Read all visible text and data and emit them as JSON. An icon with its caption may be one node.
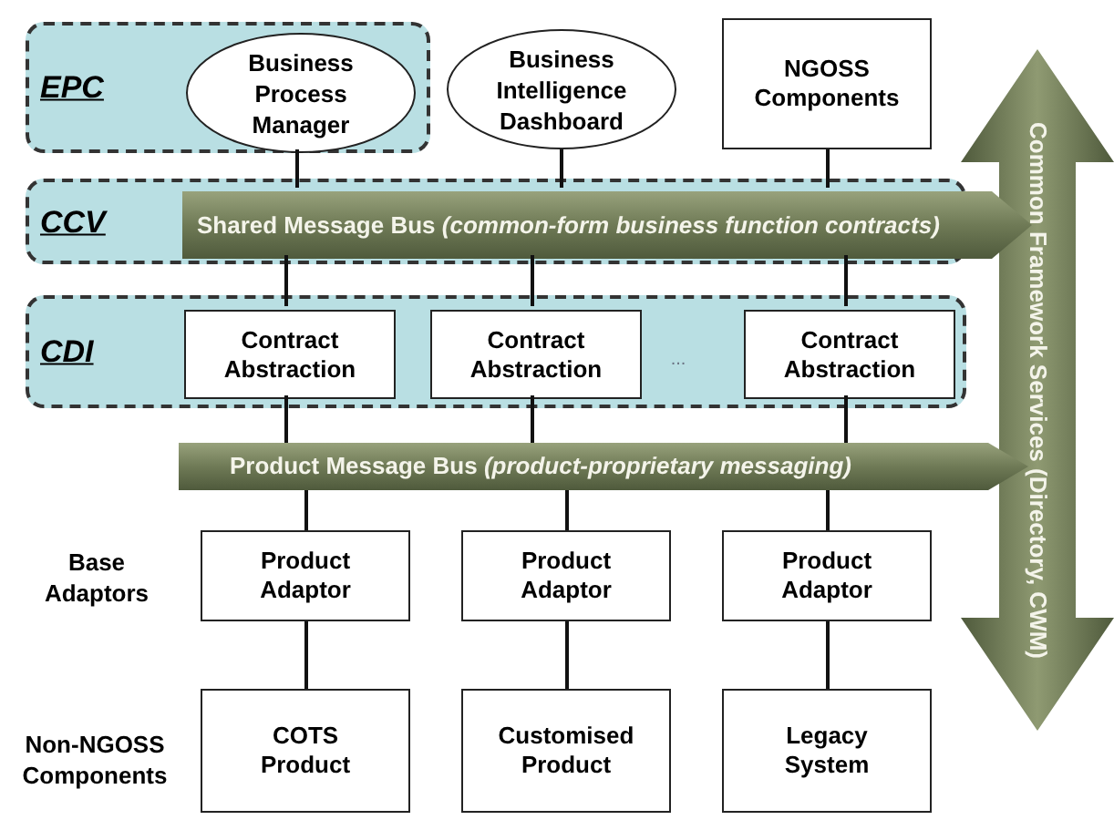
{
  "diagram": {
    "nodes": [
      {
        "text": [
          "EPC"
        ]
      },
      {
        "text": [
          "Business Process Manager"
        ],
        "in": 0
      },
      {
        "text": [
          "Business Intelligence Dashboard"
        ]
      },
      {
        "text": [
          "NGOSS Components"
        ]
      },
      {
        "text": [
          "CCV"
        ]
      },
      {
        "text": [
          "Shared Message Bus *(common-form business function contracts)*"
        ],
        "in": 4
      },
      {
        "text": [
          "CDI"
        ]
      },
      {
        "text": [
          "Contract Abstraction"
        ],
        "in": 6
      },
      {
        "text": [
          "Contract Abstraction"
        ],
        "in": 6
      },
      {
        "text": [
          "Contract Abstraction"
        ],
        "in": 6
      },
      {
        "text": [
          "Product Message Bus *(product-proprietary messaging)*"
        ]
      },
      {
        "text": [
          "Product Adaptor"
        ]
      },
      {
        "text": [
          "Product Adaptor"
        ]
      },
      {
        "text": [
          "Product Adaptor"
        ]
      },
      {
        "text": [
          "COTS Product"
        ]
      },
      {
        "text": [
          "Customised Product"
        ]
      },
      {
        "text": [
          "Legacy System"
        ]
      },
      {
        "text": [
          "Common Framework Services (Directory, CWM)"
        ]
      }
    ],
    "edges": [
      {
        "from": 1,
        "to": 5,
        "arrow": "none"
      },
      {
        "from": 2,
        "to": 5,
        "arrow": "none"
      },
      {
        "from": 3,
        "to": 5,
        "arrow": "none"
      },
      {
        "from": 5,
        "to": 7,
        "arrow": "none"
      },
      {
        "from": 5,
        "to": 8,
        "arrow": "none"
      },
      {
        "from": 5,
        "to": 9,
        "arrow": "none"
      },
      {
        "from": 7,
        "to": 10,
        "arrow": "none"
      },
      {
        "from": 8,
        "to": 10,
        "arrow": "none"
      },
      {
        "from": 9,
        "to": 10,
        "arrow": "none"
      },
      {
        "from": 10,
        "to": 11,
        "arrow": "none"
      },
      {
        "from": 10,
        "to": 12,
        "arrow": "none"
      },
      {
        "from": 10,
        "to": 13,
        "arrow": "none"
      },
      {
        "from": 11,
        "to": 14,
        "arrow": "none"
      },
      {
        "from": 12,
        "to": 15,
        "arrow": "none"
      },
      {
        "from": 13,
        "to": 16,
        "arrow": "none"
      }
    ],
    "labels": [
      "...",
      "Base Adaptors",
      "Non-NGOSS Components"
    ]
  }
}
